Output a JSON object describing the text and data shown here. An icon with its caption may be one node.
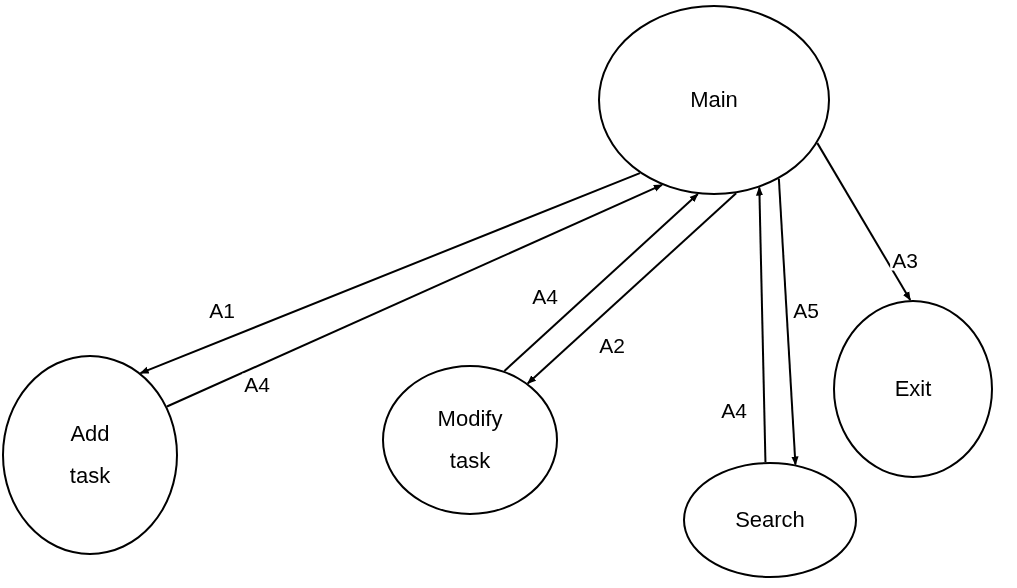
{
  "diagram": {
    "nodes": [
      {
        "text": [
          "Main"
        ]
      },
      {
        "text": [
          "Add task"
        ]
      },
      {
        "text": [
          "Modify task"
        ]
      },
      {
        "text": [
          "Search"
        ]
      },
      {
        "text": [
          "Exit"
        ]
      }
    ],
    "edges": [
      {
        "from": 0,
        "to": 1,
        "arrow": "to",
        "label": "A1"
      },
      {
        "from": 1,
        "to": 0,
        "arrow": "to",
        "label": "A4"
      },
      {
        "from": 2,
        "to": 0,
        "arrow": "to",
        "label": "A4"
      },
      {
        "from": 0,
        "to": 2,
        "arrow": "to",
        "label": "A2"
      },
      {
        "from": 3,
        "to": 0,
        "arrow": "to",
        "label": "A4"
      },
      {
        "from": 0,
        "to": 3,
        "arrow": "to",
        "label": "A5"
      },
      {
        "from": 0,
        "to": 4,
        "arrow": "to",
        "label": "A3"
      }
    ]
  }
}
